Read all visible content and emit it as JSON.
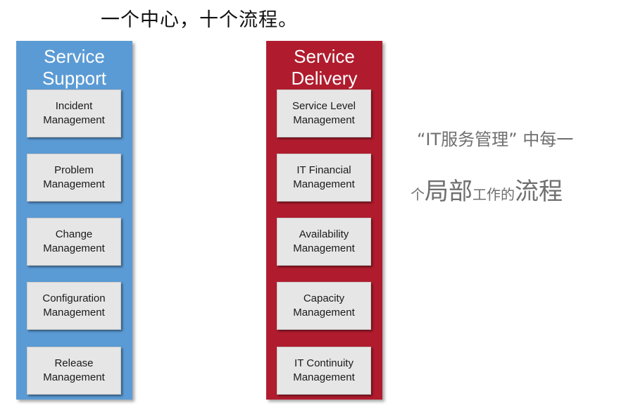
{
  "title": "一个中心，十个流程。",
  "columns": [
    {
      "title": "Service Support",
      "color": "#5b9bd5",
      "items": [
        "Incident Management",
        "Problem Management",
        "Change Management",
        "Configuration Management",
        "Release Management"
      ]
    },
    {
      "title": "Service Delivery",
      "color": "#b01c2e",
      "items": [
        "Service Level Management",
        "IT Financial Management",
        "Availability Management",
        "Capacity Management",
        "IT Continuity Management"
      ]
    }
  ],
  "side_text": {
    "line1": "“IT服务管理” 中每一",
    "line2_parts": [
      {
        "text": "个",
        "size": "small"
      },
      {
        "text": "局部",
        "size": "big"
      },
      {
        "text": "工作的",
        "size": "small"
      },
      {
        "text": "流程",
        "size": "big"
      }
    ]
  }
}
